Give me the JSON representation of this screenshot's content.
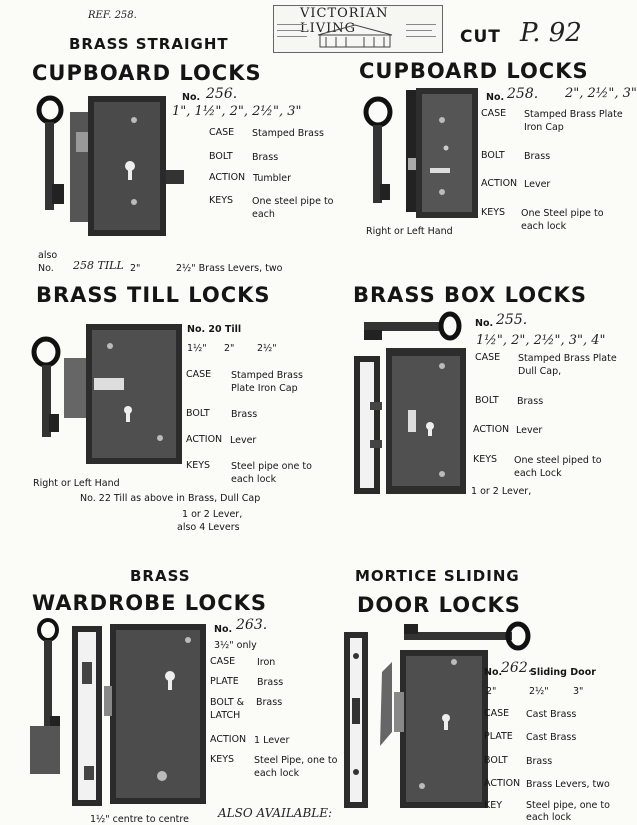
{
  "header": {
    "ref": "REF. 258.",
    "brand": "VICTORIAN LIVING",
    "cut_label": "CUT",
    "cut_value": "P. 92"
  },
  "sections": {
    "straight": {
      "kicker": "BRASS STRAIGHT",
      "title": "CUPBOARD LOCKS",
      "no_label": "No.",
      "no_value": "256.",
      "sizes": "1\", 1½\", 2\", 2½\", 3\"",
      "case_label": "CASE",
      "case_value": "Stamped Brass",
      "bolt_label": "BOLT",
      "bolt_value": "Brass",
      "action_label": "ACTION",
      "action_value": "Tumbler",
      "keys_label": "KEYS",
      "keys_value": "One steel pipe to each",
      "also": "also",
      "also_no_label": "No.",
      "also_no_value": "258 TILL",
      "also_sizes": "2\"",
      "also_desc": "2½\" Brass Levers, two"
    },
    "cupboard": {
      "title": "CUPBOARD LOCKS",
      "no_label": "No.",
      "no_value": "258.",
      "sizes": "2\", 2½\", 3\"",
      "case_label": "CASE",
      "case_value": "Stamped Brass Plate Iron Cap",
      "bolt_label": "BOLT",
      "bolt_value": "Brass",
      "action_label": "ACTION",
      "action_value": "Lever",
      "keys_label": "KEYS",
      "keys_value": "One Steel pipe to each lock",
      "caption": "Right or Left Hand"
    },
    "till": {
      "title": "BRASS TILL LOCKS",
      "no": "No. 20 Till",
      "sizes": [
        "1½\"",
        "2\"",
        "2½\""
      ],
      "case_label": "CASE",
      "case_value": "Stamped Brass Plate Iron Cap",
      "bolt_label": "BOLT",
      "bolt_value": "Brass",
      "action_label": "ACTION",
      "action_value": "Lever",
      "keys_label": "KEYS",
      "keys_value": "Steel pipe one to each lock",
      "caption": "Right or Left Hand",
      "note": "No. 22 Till as above in Brass, Dull Cap",
      "note2": "1 or 2 Lever,",
      "note3": "also 4 Levers"
    },
    "box": {
      "title": "BRASS BOX LOCKS",
      "no_label": "No.",
      "no_value": "255.",
      "sizes": "1½\", 2\", 2½\", 3\", 4\"",
      "case_label": "CASE",
      "case_value": "Stamped Brass Plate Dull Cap,",
      "bolt_label": "BOLT",
      "bolt_value": "Brass",
      "action_label": "ACTION",
      "action_value": "Lever",
      "keys_label": "KEYS",
      "keys_value": "One steel piped to each Lock",
      "note": "1 or 2 Lever,"
    },
    "wardrobe": {
      "kicker": "BRASS",
      "title": "WARDROBE LOCKS",
      "no_label": "No.",
      "no_value": "263.",
      "size": "3½\" only",
      "case_label": "CASE",
      "case_value": "Iron",
      "plate_label": "PLATE",
      "plate_value": "Brass",
      "boltlatch_label": "BOLT & LATCH",
      "boltlatch_value": "Brass",
      "action_label": "ACTION",
      "action_value": "1 Lever",
      "keys_label": "KEYS",
      "keys_value": "Steel Pipe, one to each lock",
      "footer": "1½\" centre to centre",
      "also_available": "ALSO AVAILABLE:"
    },
    "sliding": {
      "kicker": "MORTICE SLIDING",
      "title": "DOOR LOCKS",
      "no_label": "No.",
      "no_value": "262.",
      "no_desc": "Sliding Door",
      "sizes": [
        "2\"",
        "2½\"",
        "3\""
      ],
      "case_label": "CASE",
      "case_value": "Cast Brass",
      "plate_label": "PLATE",
      "plate_value": "Cast Brass",
      "bolt_label": "BOLT",
      "bolt_value": "Brass",
      "action_label": "ACTION",
      "action_value": "Brass Levers, two",
      "key_label": "KEY",
      "key_value": "Steel pipe, one to each lock"
    }
  }
}
